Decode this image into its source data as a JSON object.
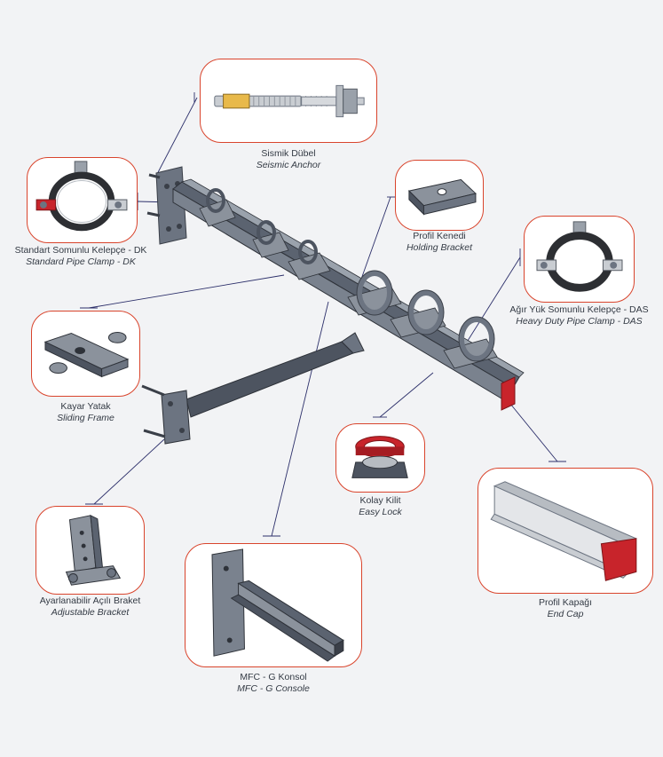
{
  "colors": {
    "accent": "#d9442c",
    "leader": "#2c2f6a",
    "steel": "#6c7481",
    "steel_dark": "#3a3f48",
    "red": "#c8242b",
    "text": "#333a44"
  },
  "parts": [
    {
      "id": "anchor",
      "tr": "Sismik Dübel",
      "en": "Seismic Anchor",
      "icon": "seismic-anchor-icon"
    },
    {
      "id": "clampdk",
      "tr": "Standart Somunlu Kelepçe - DK",
      "en": "Standard Pipe Clamp - DK",
      "icon": "pipe-clamp-icon"
    },
    {
      "id": "holding",
      "tr": "Profil Kenedi",
      "en": "Holding Bracket",
      "icon": "holding-bracket-icon"
    },
    {
      "id": "clampdas",
      "tr": "Ağır Yük Somunlu Kelepçe - DAS",
      "en": "Heavy Duty Pipe Clamp - DAS",
      "icon": "heavy-duty-pipe-clamp-icon"
    },
    {
      "id": "sliding",
      "tr": "Kayar Yatak",
      "en": "Sliding Frame",
      "icon": "sliding-frame-icon"
    },
    {
      "id": "easylock",
      "tr": "Kolay Kilit",
      "en": "Easy Lock",
      "icon": "easy-lock-icon"
    },
    {
      "id": "adjust",
      "tr": "Ayarlanabilir Açılı Braket",
      "en": "Adjustable Bracket",
      "icon": "adjustable-bracket-icon"
    },
    {
      "id": "console",
      "tr": "MFC - G Konsol",
      "en": "MFC - G Console",
      "icon": "channel-console-icon"
    },
    {
      "id": "endcap",
      "tr": "Profil Kapağı",
      "en": "End Cap",
      "icon": "end-cap-icon"
    }
  ]
}
